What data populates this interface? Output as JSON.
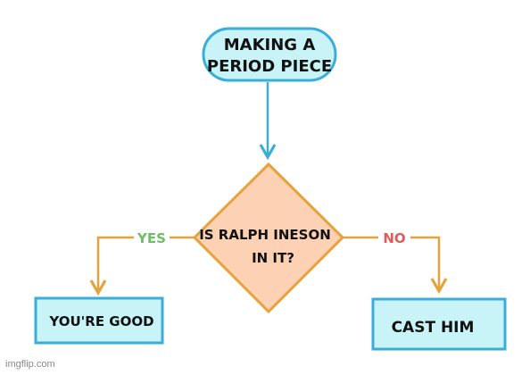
{
  "start": {
    "line1": "MAKING A",
    "line2": "PERIOD PIECE"
  },
  "decision": {
    "line1": "IS RALPH INESON",
    "line2": "IN IT?"
  },
  "branches": {
    "yes_label": "YES",
    "no_label": "NO"
  },
  "outcomes": {
    "yes": "YOU'RE GOOD",
    "no": "CAST HIM"
  },
  "watermark": "imgflip.com",
  "colors": {
    "box_fill": "#c8f4f8",
    "box_stroke": "#3aaed8",
    "diamond_fill": "#fdd2b4",
    "diamond_stroke": "#e8a23c",
    "branch_line": "#e8a23c",
    "yes_text": "#6fbe65",
    "no_text": "#e05a5a"
  }
}
